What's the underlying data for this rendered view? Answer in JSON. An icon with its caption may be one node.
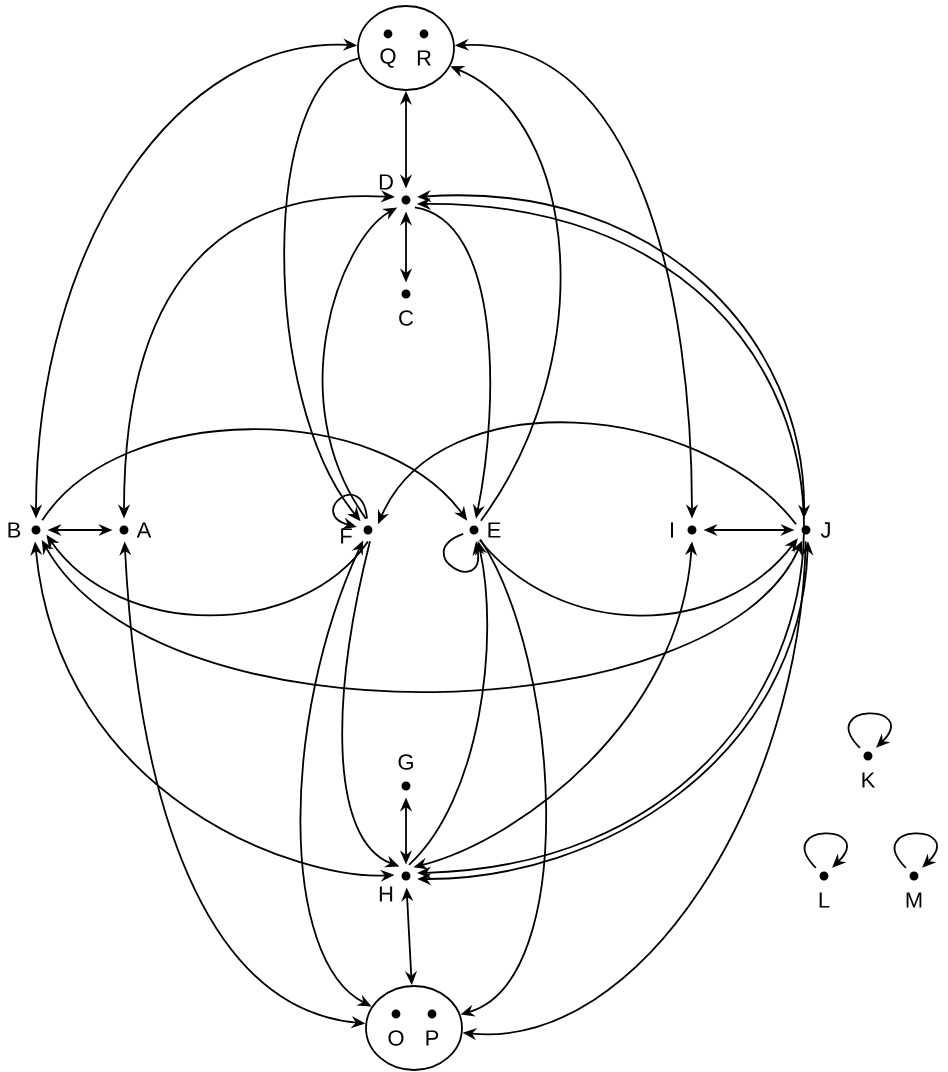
{
  "diagram": {
    "nodes": [
      {
        "text": [
          "Q",
          "R"
        ]
      },
      {
        "text": [
          "D"
        ]
      },
      {
        "text": [
          "C"
        ]
      },
      {
        "text": [
          "B"
        ]
      },
      {
        "text": [
          "A"
        ]
      },
      {
        "text": [
          "F"
        ]
      },
      {
        "text": [
          "E"
        ]
      },
      {
        "text": [
          "I"
        ]
      },
      {
        "text": [
          "J"
        ]
      },
      {
        "text": [
          "G"
        ]
      },
      {
        "text": [
          "H"
        ]
      },
      {
        "text": [
          "O",
          "P"
        ]
      },
      {
        "text": [
          "K"
        ]
      },
      {
        "text": [
          "L"
        ]
      },
      {
        "text": [
          "M"
        ]
      }
    ],
    "edges": [
      {
        "from": 0,
        "to": 1,
        "arrow": "both"
      },
      {
        "from": 1,
        "to": 2,
        "arrow": "both"
      },
      {
        "from": 10,
        "to": 9,
        "arrow": "both"
      },
      {
        "from": 10,
        "to": 11,
        "arrow": "both"
      },
      {
        "from": 3,
        "to": 4,
        "arrow": "both"
      },
      {
        "from": 7,
        "to": 8,
        "arrow": "both"
      },
      {
        "from": 0,
        "to": 3,
        "arrow": "both"
      },
      {
        "from": 0,
        "to": 5,
        "arrow": "to"
      },
      {
        "from": 0,
        "to": 7,
        "arrow": "both"
      },
      {
        "from": 6,
        "to": 0,
        "arrow": "to"
      },
      {
        "from": 4,
        "to": 1,
        "arrow": "both"
      },
      {
        "from": 5,
        "to": 1,
        "arrow": "to"
      },
      {
        "from": 1,
        "to": 6,
        "arrow": "to"
      },
      {
        "from": 1,
        "to": 8,
        "arrow": "both"
      },
      {
        "from": 1,
        "to": 10,
        "arrow": "both"
      },
      {
        "from": 3,
        "to": 6,
        "arrow": "to"
      },
      {
        "from": 8,
        "to": 5,
        "arrow": "to"
      },
      {
        "from": 5,
        "to": 3,
        "arrow": "to"
      },
      {
        "from": 6,
        "to": 8,
        "arrow": "to"
      },
      {
        "from": 3,
        "to": 8,
        "arrow": "both"
      },
      {
        "from": 3,
        "to": 10,
        "arrow": "both"
      },
      {
        "from": 4,
        "to": 11,
        "arrow": "both"
      },
      {
        "from": 5,
        "to": 11,
        "arrow": "both"
      },
      {
        "from": 5,
        "to": 10,
        "arrow": "to"
      },
      {
        "from": 10,
        "to": 6,
        "arrow": "to"
      },
      {
        "from": 6,
        "to": 11,
        "arrow": "to"
      },
      {
        "from": 7,
        "to": 10,
        "arrow": "both"
      },
      {
        "from": 10,
        "to": 8,
        "arrow": "both"
      },
      {
        "from": 8,
        "to": 11,
        "arrow": "to"
      },
      {
        "from": 5,
        "to": 5,
        "arrow": "to"
      },
      {
        "from": 6,
        "to": 6,
        "arrow": "to"
      },
      {
        "from": 12,
        "to": 12,
        "arrow": "to"
      },
      {
        "from": 13,
        "to": 13,
        "arrow": "to"
      },
      {
        "from": 14,
        "to": 14,
        "arrow": "to"
      }
    ]
  }
}
